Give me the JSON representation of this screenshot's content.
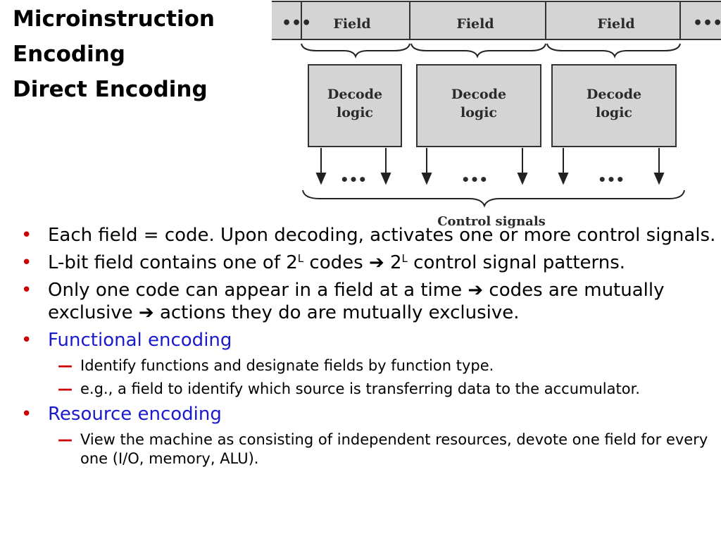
{
  "title": {
    "line1": "Microinstruction",
    "line2": "Encoding",
    "line3": "Direct Encoding"
  },
  "diagram": {
    "fields": [
      "Field",
      "Field",
      "Field"
    ],
    "ellipsis": "•••",
    "decode_boxes": [
      {
        "line1": "Decode",
        "line2": "logic"
      },
      {
        "line1": "Decode",
        "line2": "logic"
      },
      {
        "line1": "Decode",
        "line2": "logic"
      }
    ],
    "control_signals_label": "Control signals"
  },
  "bullets": {
    "b1": "Each field = code. Upon decoding, activates one or more control signals.",
    "b2_a": "L-bit field contains one of 2",
    "b2_sup1": "L",
    "b2_b": " codes ",
    "b2_arrow": "➔",
    "b2_c": " 2",
    "b2_sup2": "L",
    "b2_d": " control signal patterns.",
    "b3_a": "Only one code can appear in a field at a time ",
    "b3_arrow1": "➔",
    "b3_b": " codes are mutually exclusive ",
    "b3_arrow2": "➔",
    "b3_c": " actions they do are mutually exclusive.",
    "b4": "Functional encoding",
    "b4_sub1": "Identify functions and designate fields by function type.",
    "b4_sub2": "e.g., a field to identify which source is transferring data to the accumulator.",
    "b5": "Resource encoding",
    "b5_sub1": "View the machine as consisting of independent resources, devote one field for every one (I/O, memory, ALU).",
    "bullet_glyph": "•",
    "dash_glyph": "—"
  },
  "colors": {
    "bullet": "#cc0000",
    "highlight_text": "#1a1acc",
    "box_fill": "#d4d4d4"
  }
}
